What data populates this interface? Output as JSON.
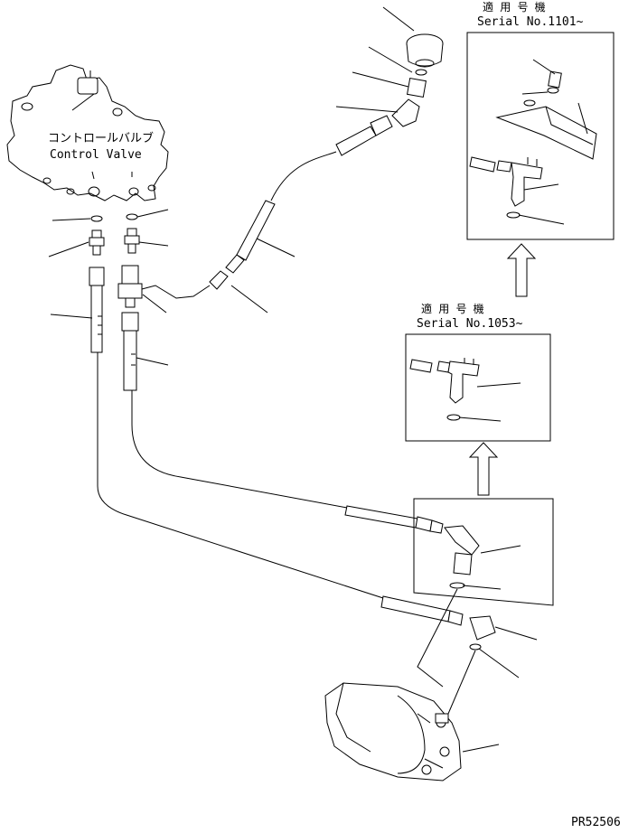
{
  "control_valve": {
    "label_ja": "コントロールバルブ",
    "label_en": "Control Valve"
  },
  "inset_upper": {
    "heading_ja": "適 用 号 機",
    "serial": "Serial No.1101~"
  },
  "inset_middle": {
    "heading_ja": "適 用 号 機",
    "serial": "Serial No.1053~"
  },
  "drawing_code": "PR52506"
}
